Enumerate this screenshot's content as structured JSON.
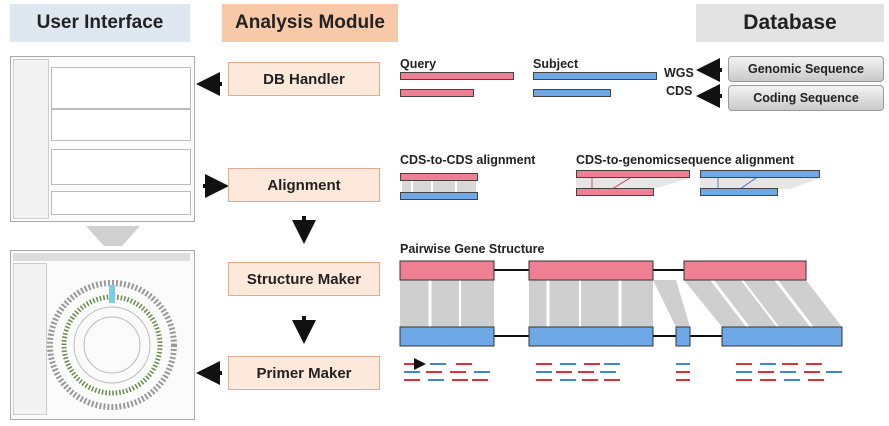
{
  "headers": {
    "user_interface": "User Interface",
    "analysis_module": "Analysis Module",
    "database": "Database"
  },
  "modules": {
    "db_handler": "DB Handler",
    "alignment": "Alignment",
    "structure_maker": "Structure Maker",
    "primer_maker": "Primer Maker"
  },
  "db_handler_panel": {
    "query": "Query",
    "subject": "Subject",
    "wgs": "WGS",
    "cds": "CDS"
  },
  "database_layers": {
    "genomic": "Genomic Sequence",
    "coding": "Coding Sequence"
  },
  "alignment_panel": {
    "cds_to_cds": "CDS-to-CDS alignment",
    "cds_to_genomic": "CDS-to-genomicsequence alignment"
  },
  "structure_panel": {
    "title": "Pairwise Gene Structure"
  },
  "colors": {
    "query_pink": "#ef7f92",
    "subject_blue": "#6fa8e6",
    "primer_red": "#e0303a",
    "primer_blue": "#3f86d8"
  }
}
